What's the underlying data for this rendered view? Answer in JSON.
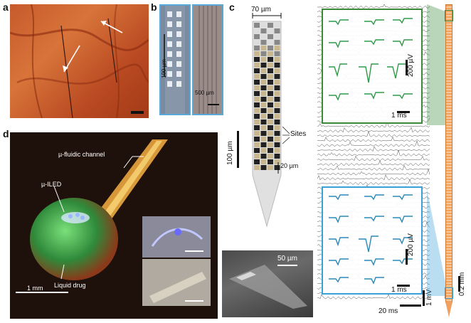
{
  "panels": {
    "a": {
      "label": "a"
    },
    "b": {
      "label": "b",
      "scale1": "100 µm",
      "scale2": "500 µm"
    },
    "c": {
      "label": "c",
      "width_label": "70 µm",
      "sites_label": "Sites",
      "scale_100": "100 µm",
      "scale_20": "20 µm",
      "sem_scale": "50 µm",
      "top_v": "200 µV",
      "top_t": "1 ms",
      "bot_v": "200 µV",
      "bot_t": "1 ms",
      "trace_v": "1 mV",
      "trace_t": "20 ms",
      "probe_scale": "0.2 mm"
    },
    "d": {
      "label": "d",
      "channel_label": "µ-fluidic channel",
      "iled_label": "µ-ILED",
      "scale_label": "1 mm",
      "drug_label": "Liquid drug"
    }
  },
  "colors": {
    "green_box": "#3a8a3a",
    "blue_box": "#3aa0d8",
    "probe_orange": "#f0a060"
  }
}
